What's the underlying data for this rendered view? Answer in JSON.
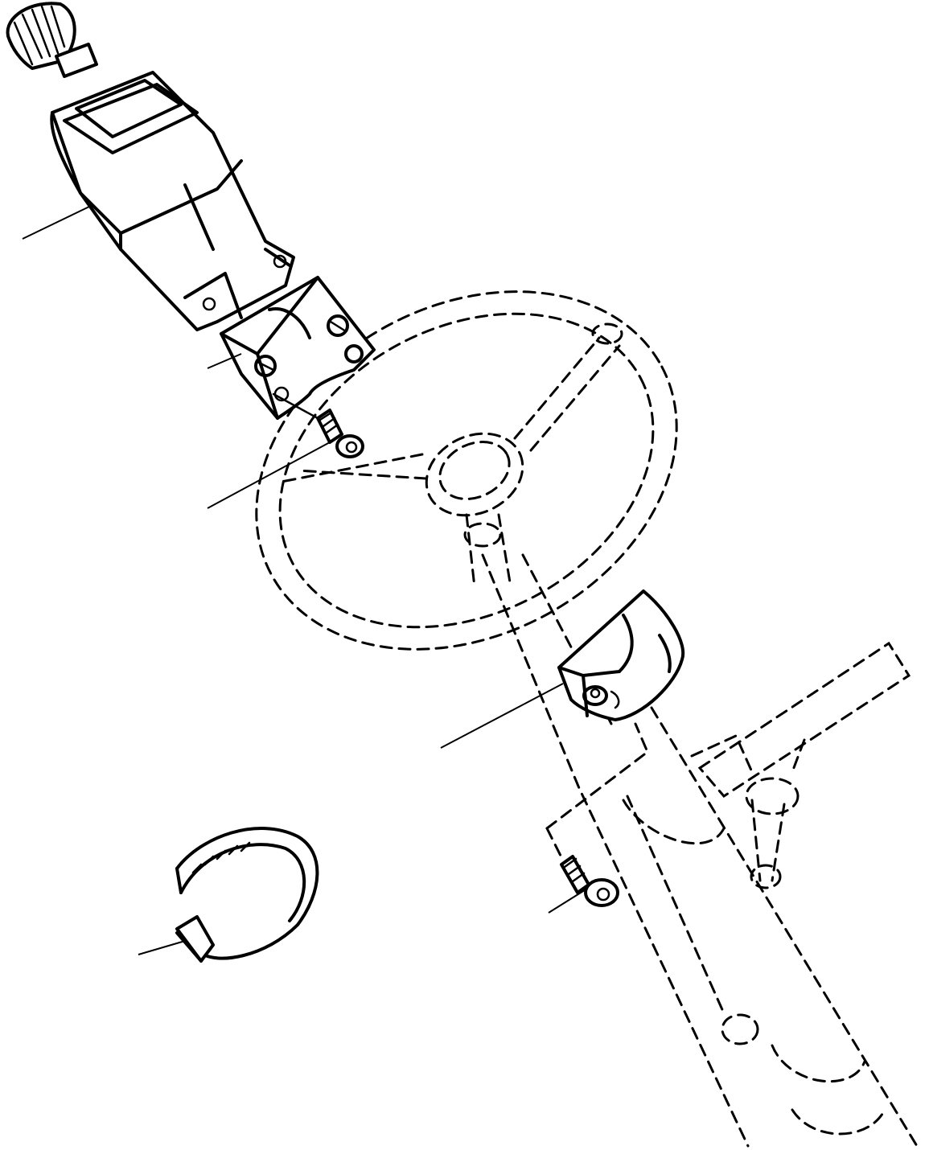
{
  "diagram": {
    "parts": [
      {
        "id": "switch-assembly",
        "icon": "rotary-switch-icon"
      },
      {
        "id": "upper-clamp-half",
        "icon": "clamp-bracket-icon"
      },
      {
        "id": "upper-cap-screw",
        "icon": "cap-screw-icon"
      },
      {
        "id": "lower-clamp-half",
        "icon": "clamp-bracket-icon"
      },
      {
        "id": "lower-cap-screw",
        "icon": "cap-screw-icon"
      },
      {
        "id": "hose-clamp",
        "icon": "hose-clamp-icon"
      }
    ],
    "reference_parts": [
      {
        "id": "steering-wheel",
        "style": "dashed"
      },
      {
        "id": "steering-column",
        "style": "dashed"
      },
      {
        "id": "adjustment-lever",
        "style": "dashed"
      }
    ],
    "colors": {
      "ink": "#000000",
      "paper": "#ffffff"
    }
  }
}
